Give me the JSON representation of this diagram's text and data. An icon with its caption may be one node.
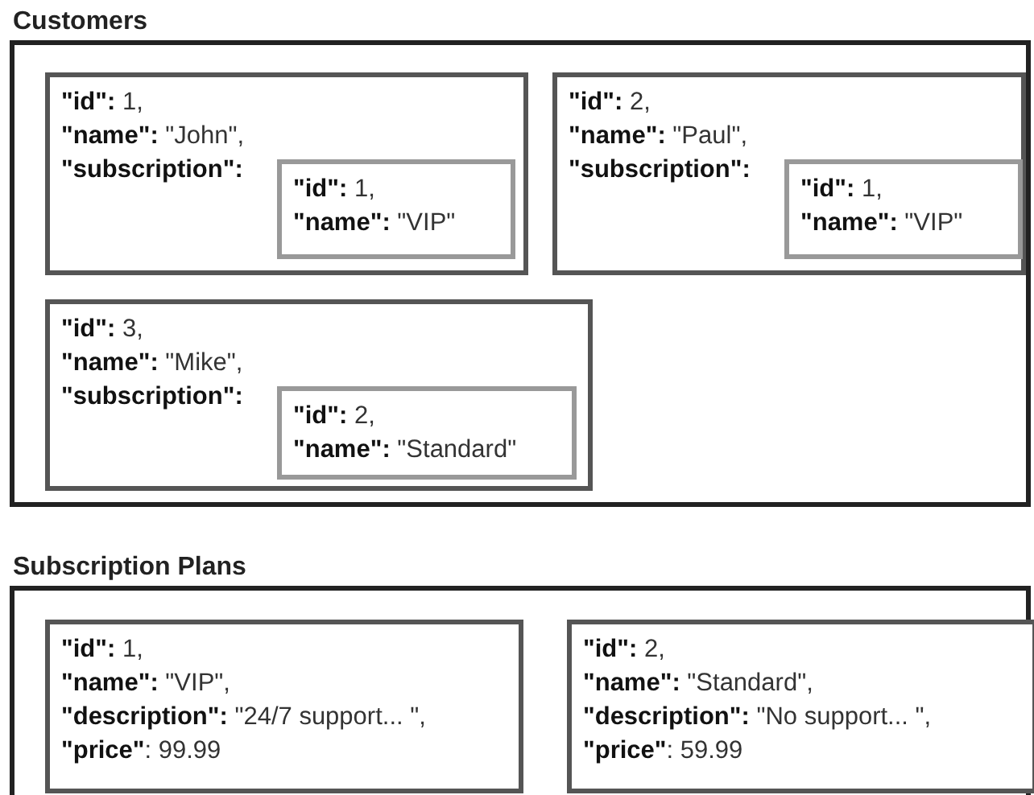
{
  "diagram": {
    "nodes": [
      {
        "text": [
          "Customers"
        ]
      },
      {
        "text": [
          "**\"id\":** 1,",
          "**\"name\":** \"John\",",
          "**\"subscription\":**"
        ],
        "in": 0
      },
      {
        "text": [
          "**\"id\":** 1,",
          "**\"name\":** \"VIP\""
        ],
        "in": 1
      },
      {
        "text": [
          "**\"id\":** 2,",
          "**\"name\":** \"Paul\",",
          "**\"subscription\":**"
        ],
        "in": 0
      },
      {
        "text": [
          "**\"id\":** 1,",
          "**\"name\":** \"VIP\""
        ],
        "in": 3
      },
      {
        "text": [
          "**\"id\":** 3,",
          "**\"name\":** \"Mike\",",
          "**\"subscription\":**"
        ],
        "in": 0
      },
      {
        "text": [
          "**\"id\":** 2,",
          "**\"name\":** \"Standard\""
        ],
        "in": 5
      },
      {
        "text": [
          "Subscription Plans"
        ]
      },
      {
        "text": [
          "**\"id\":** 1,",
          "**\"name\":** \"VIP\",",
          "**\"description\":** \"24/7 support... \",",
          "**\"price\"**: 99.99"
        ],
        "in": 7
      },
      {
        "text": [
          "**\"id\":** 2,",
          "**\"name\":** \"Standard\",",
          "**\"description\":** \"No support... \",",
          "**\"price\"**: 59.99"
        ],
        "in": 7
      }
    ]
  }
}
